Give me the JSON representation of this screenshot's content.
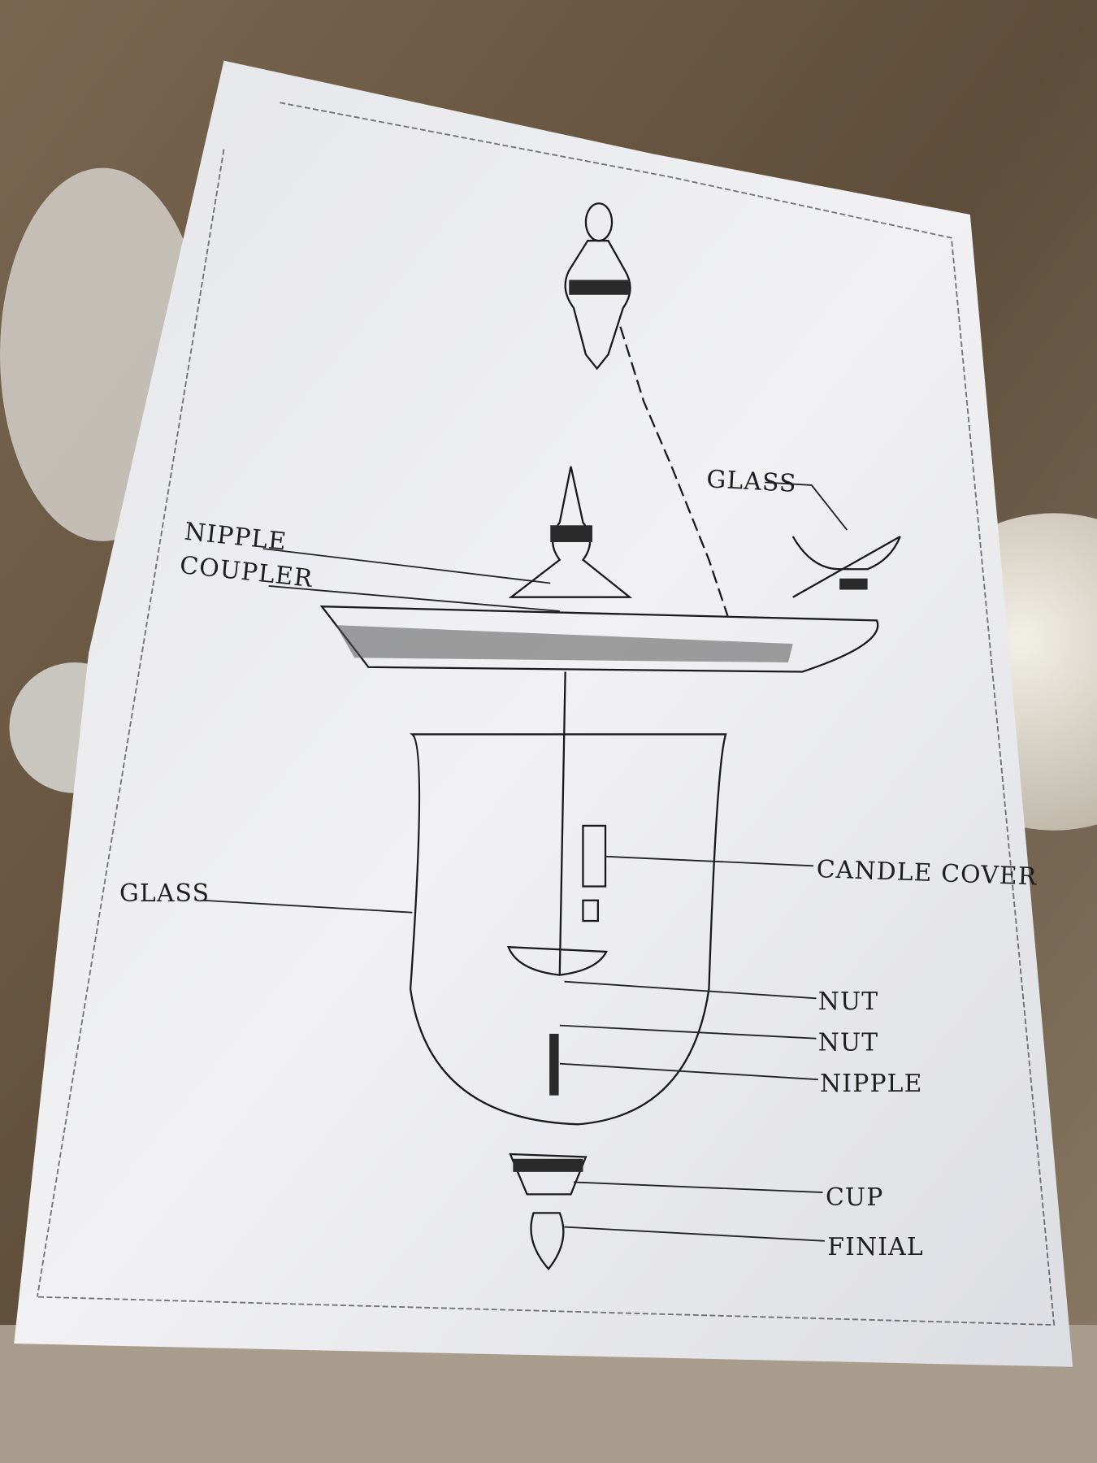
{
  "diagram": {
    "labels": {
      "glass_top": "GLASS",
      "nipple_top": "NIPPLE",
      "coupler": "COUPLER",
      "glass_main": "GLASS",
      "candle_cover": "CANDLE COVER",
      "nut_1": "NUT",
      "nut_2": "NUT",
      "nipple_bottom": "NIPPLE",
      "cup": "CUP",
      "finial": "FINIAL"
    }
  },
  "colors": {
    "cardboard": "#6b5a45",
    "paper": "#ecedf0",
    "ink": "#1e1e1e"
  }
}
